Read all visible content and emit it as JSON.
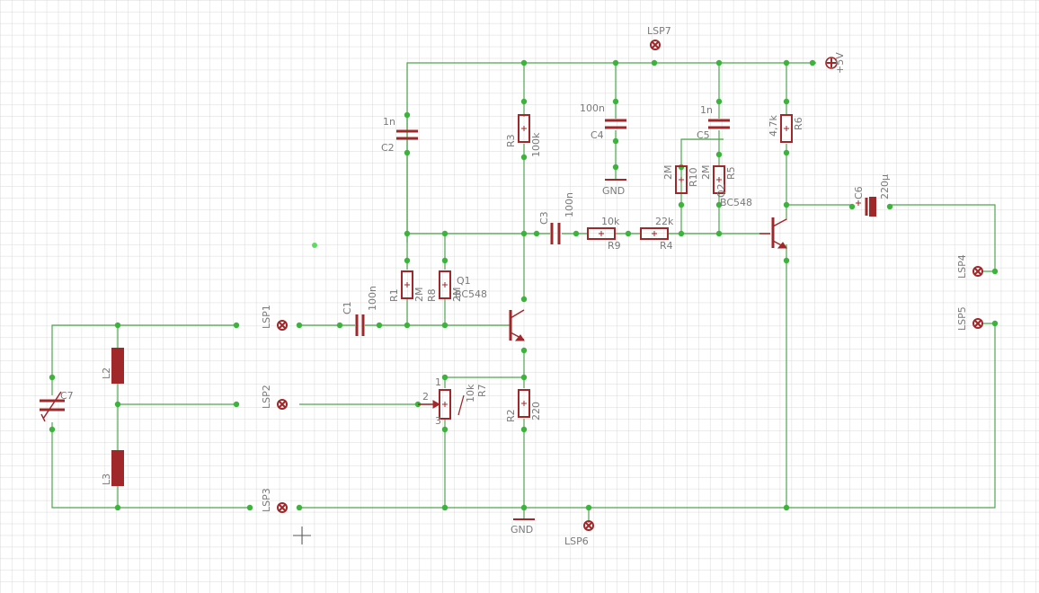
{
  "colors": {
    "background": "#ffffff",
    "grid": "#d8d8d8",
    "wire": "#4da64d",
    "junction": "#3cb43c",
    "component": "#a0282a",
    "label": "#7a7a7a"
  },
  "labels": {
    "lsp7": "LSP7",
    "vcc": "+5V",
    "c2": "C2",
    "c2_val": "1n",
    "r3": "R3",
    "r3_val": "100k",
    "c4": "C4",
    "c4_val": "100n",
    "gnd_top": "GND",
    "c5": "C5",
    "c5_val": "1n",
    "r6": "R6",
    "r6_val": "4,7k",
    "r10": "R10",
    "r10_val": "2M",
    "r5": "R5",
    "r5_val": "2M",
    "q2": "Q2",
    "q2_type": "BC548",
    "c6": "C6",
    "c6_val": "220µ",
    "c3": "C3",
    "c3_val": "100n",
    "r9": "R9",
    "r9_val": "10k",
    "r4": "R4",
    "r4_val": "22k",
    "lsp4": "LSP4",
    "lsp5": "LSP5",
    "r1": "R1",
    "r1_val": "2M",
    "r8": "R8",
    "r8_val": "2M",
    "q1": "Q1",
    "q1_type": "BC548",
    "lsp1": "LSP1",
    "c1": "C1",
    "c1_val": "100n",
    "l2": "L2",
    "c7": "C7",
    "lsp2": "LSP2",
    "r7": "R7",
    "r7_val": "10k",
    "pin1": "1",
    "pin2": "2",
    "pin3": "3",
    "r2": "R2",
    "r2_val": "220",
    "l3": "L3",
    "lsp3": "LSP3",
    "gnd_bottom": "GND",
    "lsp6": "LSP6"
  }
}
